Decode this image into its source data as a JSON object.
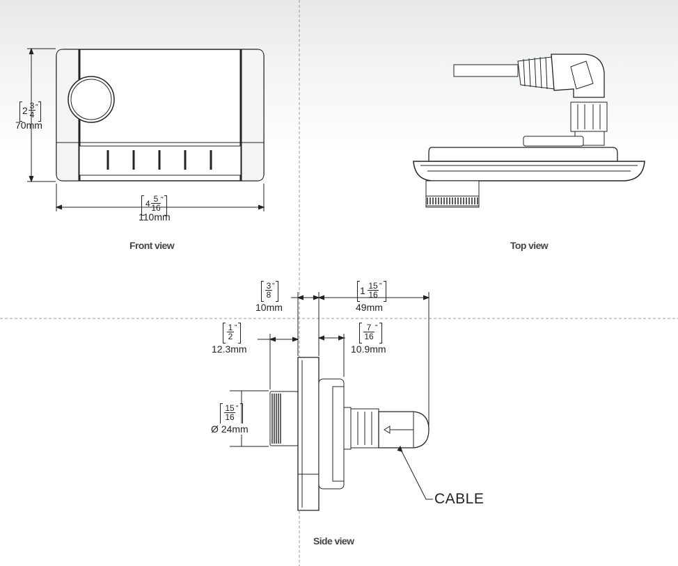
{
  "views": {
    "front": "Front view",
    "top": "Top view",
    "side": "Side view"
  },
  "dims": {
    "front_height": {
      "whole": "2",
      "num": "3",
      "den": "4",
      "inch": "\"",
      "mm": "70mm"
    },
    "front_width": {
      "whole": "4",
      "num": "5",
      "den": "16",
      "inch": "\"",
      "mm": "110mm"
    },
    "side_depth_a": {
      "num": "3",
      "den": "8",
      "inch": "\"",
      "mm": "10mm"
    },
    "side_depth_b": {
      "whole": "1",
      "num": "15",
      "den": "16",
      "inch": "\"",
      "mm": "49mm"
    },
    "side_knob": {
      "num": "1",
      "den": "2",
      "inch": "\"",
      "mm": "12.3mm"
    },
    "side_boss": {
      "num": "7",
      "den": "16",
      "inch": "\"",
      "mm": "10.9mm"
    },
    "side_dia": {
      "num": "15",
      "den": "16",
      "inch": "\"",
      "mm": "Ø 24mm"
    }
  },
  "callouts": {
    "cable": "CABLE"
  }
}
